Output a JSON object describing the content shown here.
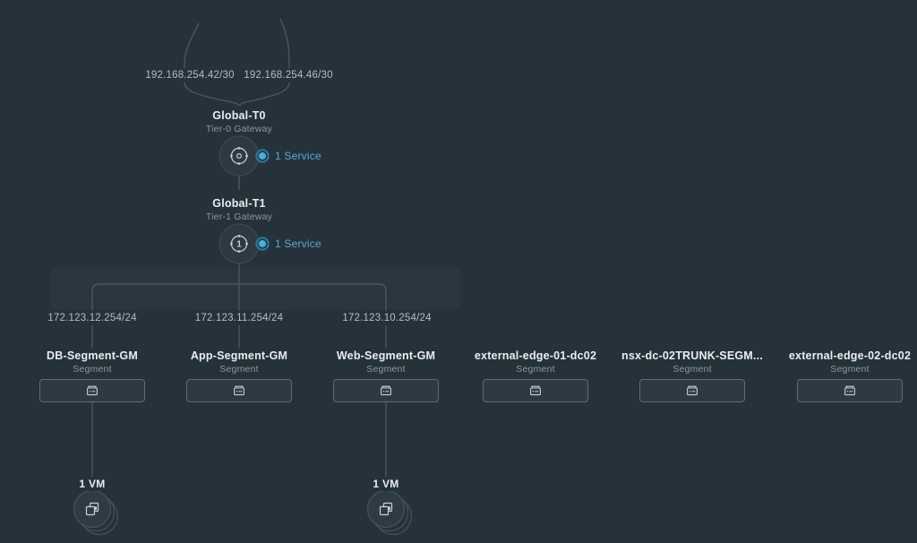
{
  "app": {
    "view_name": "network-topology",
    "background_color": "#26323a",
    "line_color": "#4d5b64",
    "accent_blue": "#49afd9",
    "text_primary": "#e9edf0",
    "text_secondary": "#8c99a1"
  },
  "topology": {
    "uplinks": [
      {
        "label": "192.168.254.42/30"
      },
      {
        "label": "192.168.254.46/30"
      }
    ],
    "gateways": [
      {
        "name": "Global-T0",
        "type": "Tier-0 Gateway",
        "badge": "1 Service",
        "icon": "tier0-gateway-icon"
      },
      {
        "name": "Global-T1",
        "type": "Tier-1 Gateway",
        "badge": "1 Service",
        "icon": "tier1-gateway-icon"
      }
    ],
    "segments": [
      {
        "name": "DB-Segment-GM",
        "type": "Segment",
        "gateway_ip": "172.123.12.254/24",
        "vm_count": "1 VM",
        "icon": "segment-icon"
      },
      {
        "name": "App-Segment-GM",
        "type": "Segment",
        "gateway_ip": "172.123.11.254/24",
        "icon": "segment-icon"
      },
      {
        "name": "Web-Segment-GM",
        "type": "Segment",
        "gateway_ip": "172.123.10.254/24",
        "vm_count": "1 VM",
        "icon": "segment-icon"
      },
      {
        "name": "external-edge-01-dc02",
        "type": "Segment",
        "icon": "segment-icon"
      },
      {
        "name": "nsx-dc-02TRUNK-SEGM...",
        "type": "Segment",
        "icon": "segment-icon"
      },
      {
        "name": "external-edge-02-dc02",
        "type": "Segment",
        "icon": "segment-icon"
      }
    ]
  }
}
